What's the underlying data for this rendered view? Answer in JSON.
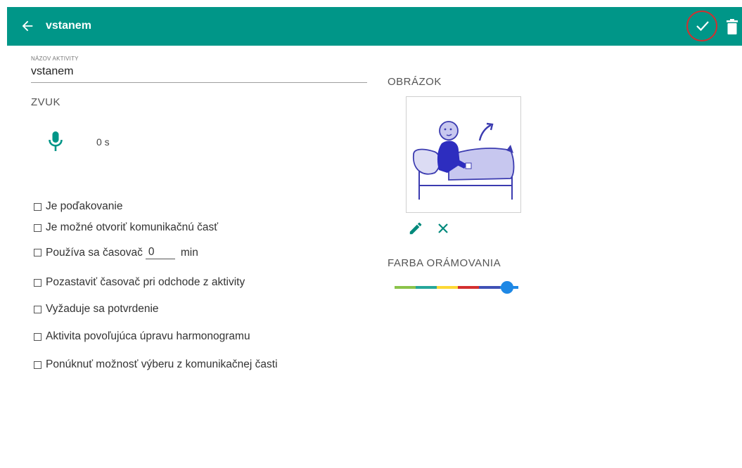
{
  "appbar": {
    "title": "vstanem",
    "color": "#009688",
    "icons": [
      "back-arrow-icon",
      "checkmark-icon",
      "trash-icon"
    ]
  },
  "form": {
    "activity_name_label": "NÁZOV AKTIVITY",
    "activity_name_value": "vstanem",
    "sound_label": "ZVUK",
    "sound_duration": "0 s",
    "image_label": "OBRÁZOK",
    "border_color_label": "FARBA ORÁMOVANIA"
  },
  "checkboxes": [
    {
      "label": "Je poďakovanie",
      "checked": false
    },
    {
      "label": "Je možné otvoriť komunikačnú časť",
      "checked": false
    },
    {
      "label": "Používa sa časovač",
      "checked": false,
      "timer_value": "0",
      "timer_unit": "min"
    },
    {
      "label": "Pozastaviť časovač pri odchode z aktivity",
      "checked": false
    },
    {
      "label": "Vyžaduje sa potvrdenie",
      "checked": false
    },
    {
      "label": "Aktivita povoľujúca úpravu harmonogramu",
      "checked": false
    },
    {
      "label": "Ponúknuť možnosť výberu z komunikačnej časti",
      "checked": false
    }
  ],
  "border_color_slider": {
    "segments": [
      "#8bc34a",
      "#26a69a",
      "#fdd835",
      "#d32f2f",
      "#3f51b5",
      "#1e88e5"
    ],
    "selected_index": 5,
    "thumb_color": "#1e88e5"
  }
}
